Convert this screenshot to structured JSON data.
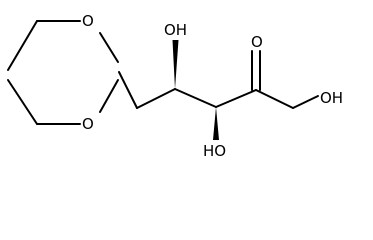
{
  "molecule": {
    "ring_oxygen_upper": "O",
    "ring_oxygen_lower": "O",
    "hydroxyl_top": "OH",
    "hydroxyl_bottom": "HO",
    "carbonyl_oxygen": "O",
    "hydroxyl_right": "OH"
  }
}
